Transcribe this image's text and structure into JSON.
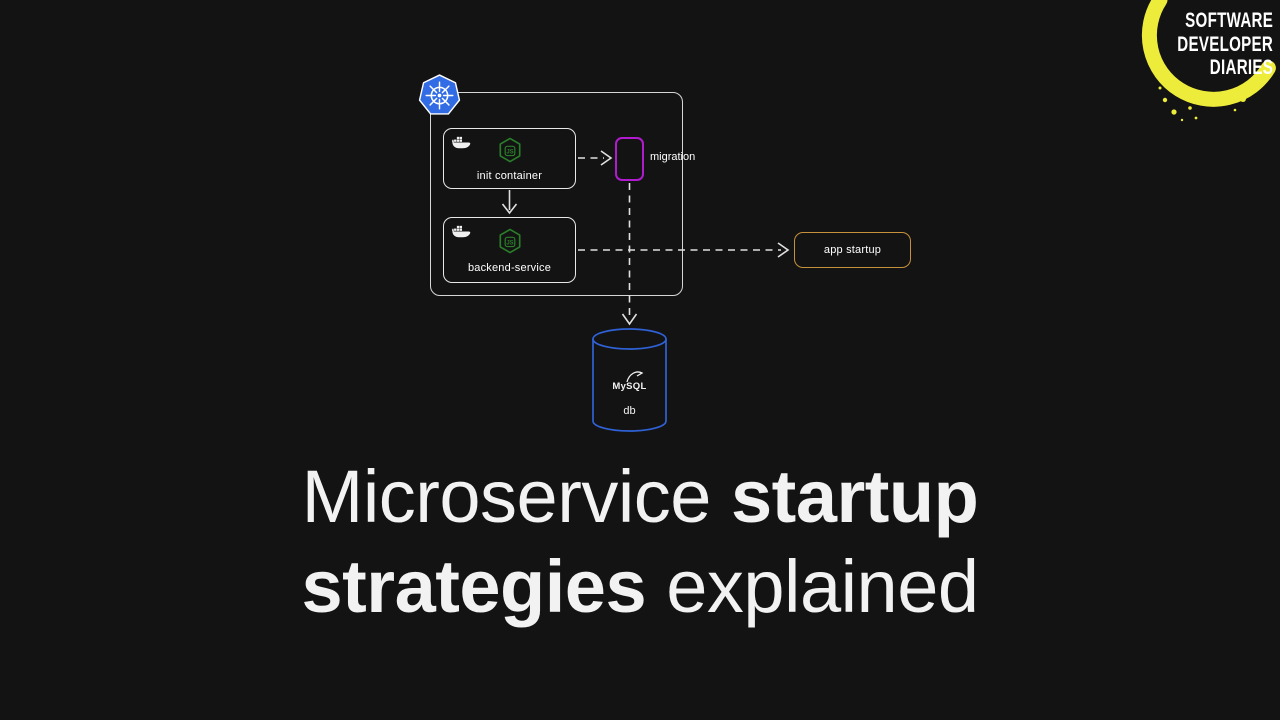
{
  "page": {
    "background": "#131313"
  },
  "brand": {
    "line1": "SOFTWARE",
    "line2": "DEVELOPER",
    "line3": "DIARIES",
    "brush_color": "#eeec3b",
    "text_color": "#ffffff"
  },
  "title": {
    "line1_normal": "Microservice",
    "line1_bold": "startup",
    "line2_bold": "strategies",
    "line2_normal": "explained",
    "color": "#f2f2f2"
  },
  "diagram": {
    "init_container": {
      "label": "init container"
    },
    "backend_service": {
      "label": "backend-service"
    },
    "migration": {
      "label": "migration",
      "border_color": "#b01bce"
    },
    "app_startup": {
      "label": "app startup",
      "border_color": "#c6913a"
    },
    "database": {
      "engine_label": "MySQL",
      "name_label": "db",
      "border_color": "#2f62d6"
    },
    "icons": {
      "kubernetes": "kubernetes-helm-wheel",
      "docker": "docker-whale",
      "nodejs": "nodejs-hexagon",
      "nodejs_text": "JS",
      "mysql": "mysql-dolphin-swoosh"
    },
    "colors": {
      "kubernetes_blue": "#326ce5",
      "node_green": "#2a7e2a",
      "outline_white": "#e2e2e2",
      "connector_white": "#e0e0e0"
    }
  }
}
